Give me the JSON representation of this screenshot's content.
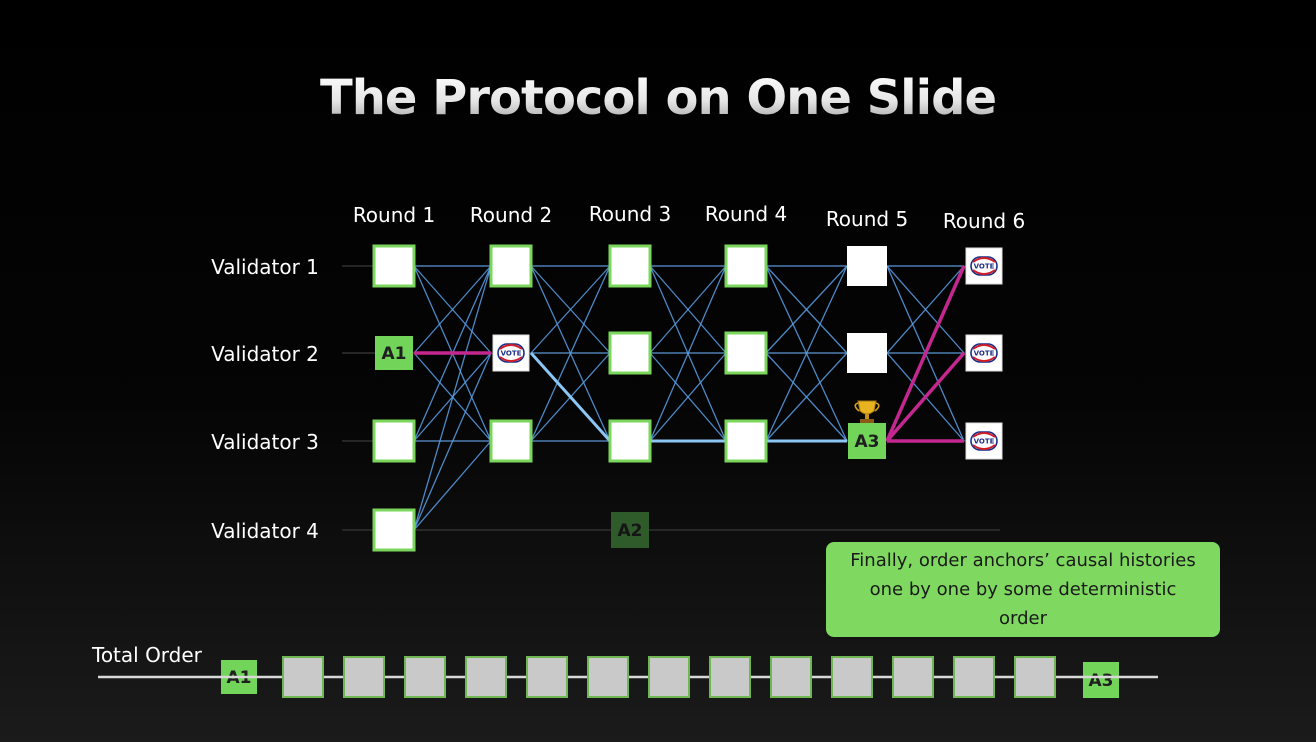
{
  "slide": {
    "title": "The Protocol on One Slide"
  },
  "rounds": [
    "Round 1",
    "Round 2",
    "Round 3",
    "Round 4",
    "Round 5",
    "Round 6"
  ],
  "validators": [
    "Validator 1",
    "Validator 2",
    "Validator 3",
    "Validator 4"
  ],
  "anchors": {
    "a1": "A1",
    "a2": "A2",
    "a3": "A3"
  },
  "vote_badge": "VOTE",
  "callout": {
    "text": "Finally, order anchors’ causal histories one by one by some deterministic order"
  },
  "total_order": {
    "label": "Total Order",
    "first": "A1",
    "last": "A3",
    "intermediate_count": 13
  },
  "colors": {
    "edge": "#5aa0e8",
    "highlight_edge": "#c4278f",
    "anchor_fill": "#72d55a",
    "node_border": "#7bd65c",
    "faded_anchor": "#2f5a2a",
    "callout": "#7fd85f"
  },
  "icons": {
    "trophy": "trophy-icon",
    "vote": "vote-badge-icon"
  }
}
